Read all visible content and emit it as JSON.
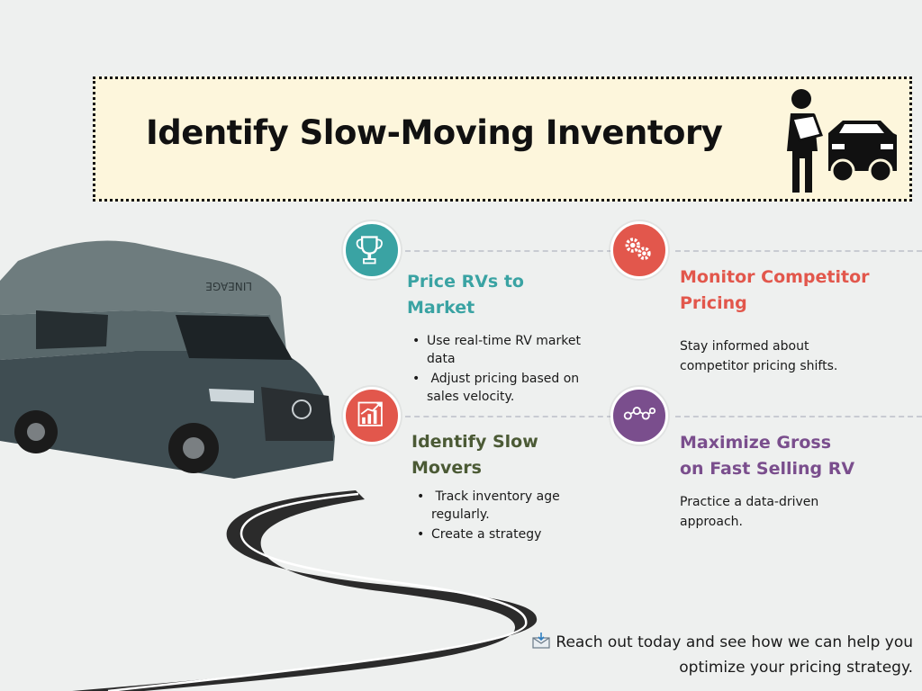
{
  "title": "Identify Slow-Moving Inventory",
  "colors": {
    "teal": "#3aa3a3",
    "coral": "#e2574c",
    "olive": "#4b5a35",
    "purple": "#7a4e8d",
    "banner_bg": "#fdf6dc"
  },
  "icons": {
    "title": "person-with-car-icon",
    "card1": "trophy-icon",
    "card2": "gears-icon",
    "card3": "growth-chart-icon",
    "card4": "connected-nodes-icon",
    "cta": "envelope-icon"
  },
  "cards": [
    {
      "title_line1": "Price RVs to",
      "title_line2": "Market",
      "bullets": [
        [
          "Use real-time RV market",
          "data"
        ],
        [
          " Adjust pricing based on",
          "sales velocity."
        ]
      ]
    },
    {
      "title_line1": "Monitor Competitor",
      "title_line2": "Pricing",
      "text_line1": "Stay informed about",
      "text_line2": "competitor pricing shifts."
    },
    {
      "title_line1": "Identify Slow",
      "title_line2": "Movers",
      "bullets": [
        [
          " Track inventory age",
          "regularly."
        ],
        [
          "Create a strategy",
          ""
        ]
      ]
    },
    {
      "title_line1": "Maximize Gross",
      "title_line2": "on Fast Selling RV",
      "text_line1": "Practice a data-driven",
      "text_line2": "approach."
    }
  ],
  "rv_decal": "LINEAGE",
  "cta": {
    "line1": "Reach out today and see how we can help you",
    "line2": "optimize your pricing strategy."
  }
}
